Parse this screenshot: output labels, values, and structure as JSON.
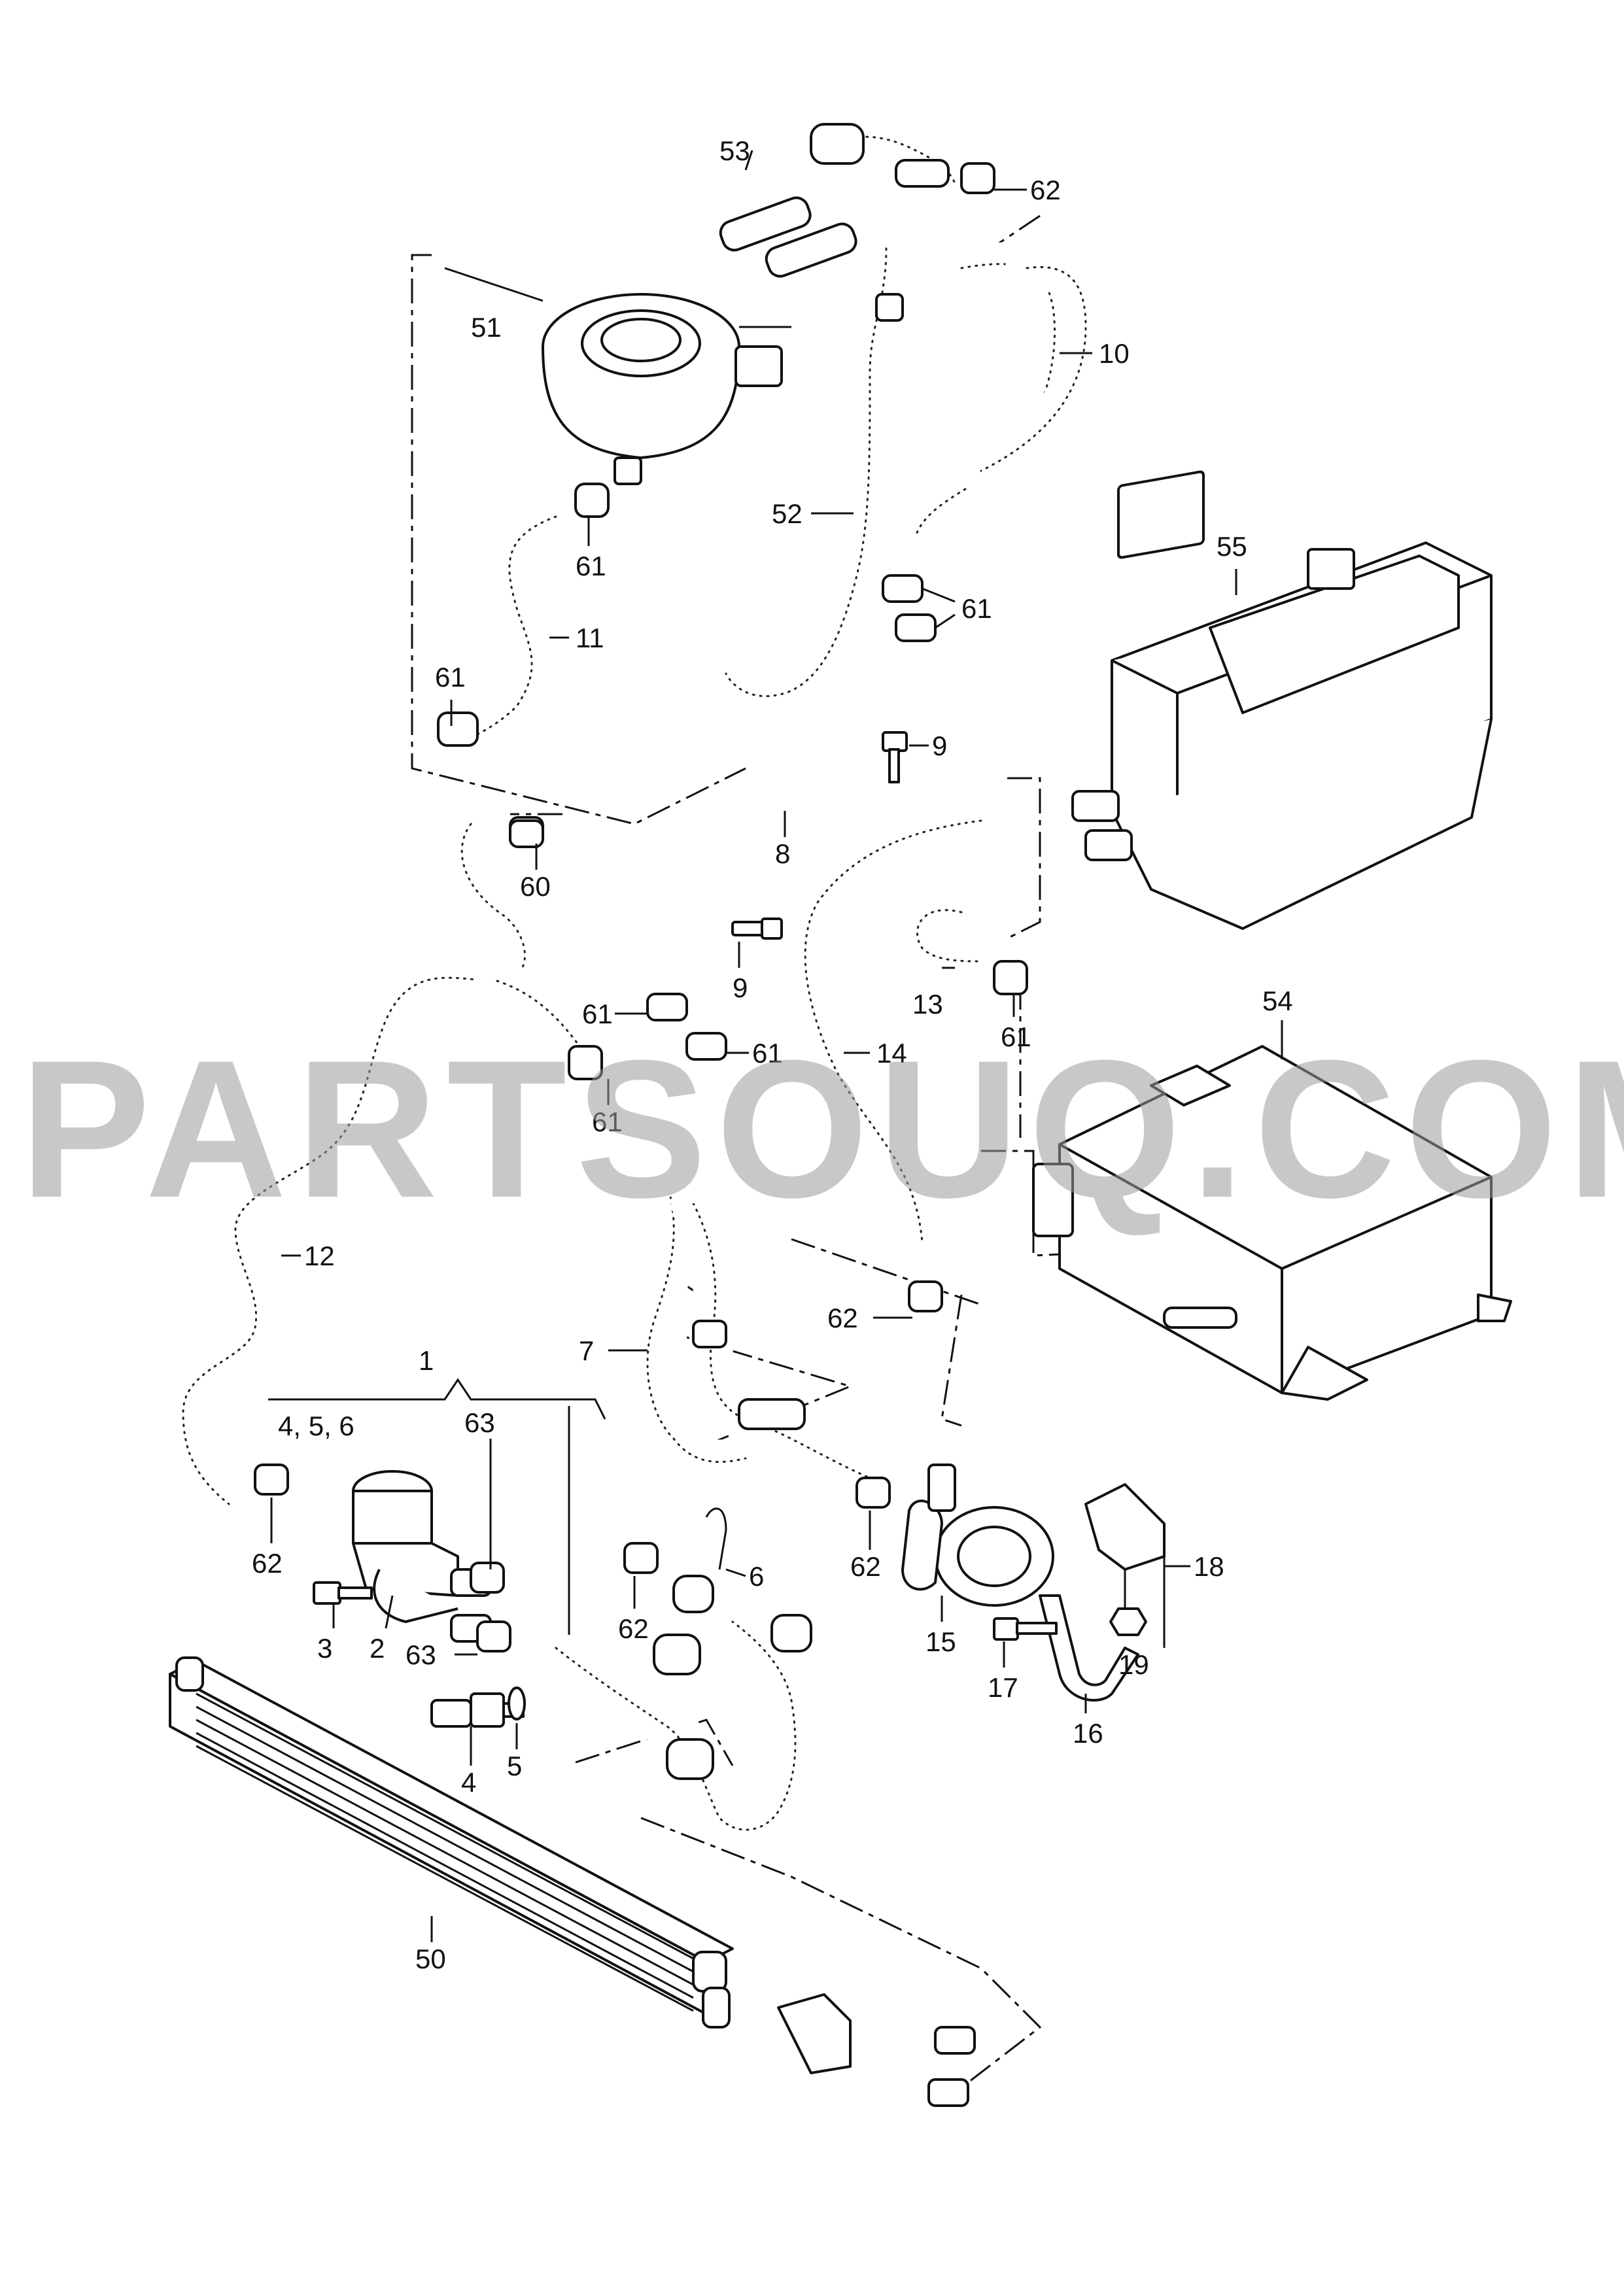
{
  "watermark": "PARTSOUQ.COM",
  "group_label": "4, 5, 6",
  "callouts": {
    "c1": "1",
    "c2": "2",
    "c3": "3",
    "c4": "4",
    "c5": "5",
    "c6": "6",
    "c7": "7",
    "c8": "8",
    "c9a": "9",
    "c9b": "9",
    "c10": "10",
    "c11": "11",
    "c12": "12",
    "c13": "13",
    "c14": "14",
    "c15": "15",
    "c16": "16",
    "c17": "17",
    "c18": "18",
    "c19": "19",
    "c50": "50",
    "c51": "51",
    "c52": "52",
    "c53": "53",
    "c54": "54",
    "c55": "55",
    "c60": "60",
    "c61a": "61",
    "c61b": "61",
    "c61c": "61",
    "c61d": "61",
    "c61e": "61",
    "c61f": "61",
    "c61g": "61",
    "c62a": "62",
    "c62b": "62",
    "c62c": "62",
    "c62d": "62",
    "c62e": "62",
    "c63a": "63",
    "c63b": "63"
  }
}
